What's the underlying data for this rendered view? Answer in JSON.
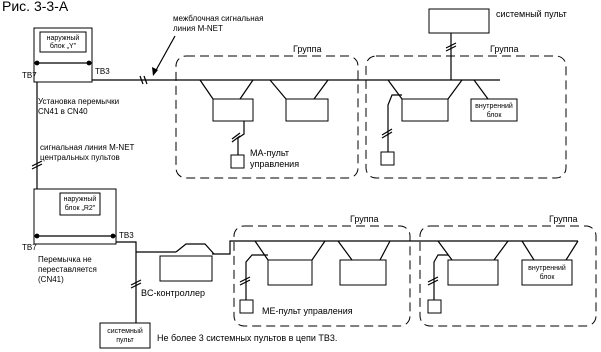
{
  "figure": {
    "title": "Рис. 3-3-A"
  },
  "top": {
    "outdoor_unit_line1": "наружный",
    "outdoor_unit_line2": "блок „Y\"",
    "tb7": "TB7",
    "tb3": "TB3",
    "jumper_line1": "Установка перемычки",
    "jumper_line2": "CN41 в CN40",
    "mnet_line1": "межблочная сигнальная",
    "mnet_line2": "линия M-NET",
    "system_controller": "системный пульт",
    "group_left": "Группа",
    "group_right": "Группа",
    "ma_remote_line1": "МА-пульт",
    "ma_remote_line2": "управления",
    "indoor_unit_line1": "внутренний",
    "indoor_unit_line2": "блок"
  },
  "central": {
    "line1": "сигнальная линия M-NET",
    "line2": "центральных пультов"
  },
  "bottom": {
    "outdoor_unit_line1": "наружный",
    "outdoor_unit_line2": "блок „R2\"",
    "tb7": "TB7",
    "tb3": "TB3",
    "jumper_line1": "Перемычка не",
    "jumper_line2": "переставляется",
    "jumper_line3": "(CN41)",
    "bc_controller": "BC-контроллер",
    "group_left": "Группа",
    "group_right": "Группа",
    "me_remote": "МЕ-пульт управления",
    "indoor_unit_line1": "внутренний",
    "indoor_unit_line2": "блок",
    "system_controller_line1": "системный",
    "system_controller_line2": "пульт",
    "note": "Не более 3 системных пультов в цепи TB3."
  }
}
